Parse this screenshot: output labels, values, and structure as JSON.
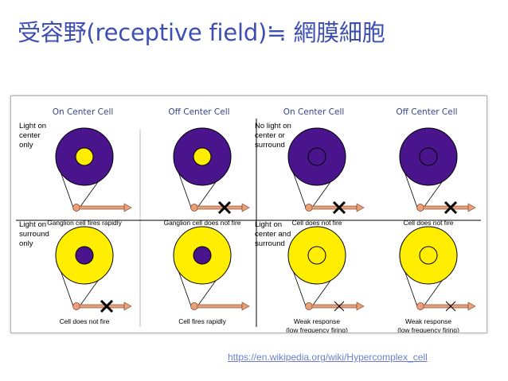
{
  "title": "受容野(receptive field)≒ 網膜細胞",
  "source_url": "https://en.wikipedia.org/wiki/Hypercomplex_cell",
  "colors": {
    "title": "#3d4fb2",
    "dark_purple": "#4a148c",
    "yellow": "#ffee00",
    "axon": "#e8a07a",
    "link": "#6b7fd0"
  },
  "headers": [
    "On Center Cell",
    "Off Center Cell",
    "On Center Cell",
    "Off Center Cell"
  ],
  "cells": [
    {
      "label": [
        "Light on",
        "center",
        "only"
      ],
      "caption": [
        "Ganglion cell fires rapidly"
      ],
      "outer": "dark",
      "inner": "yellow",
      "firing": "rapid",
      "mark": "none"
    },
    {
      "label": [],
      "caption": [
        "Ganglion cell does not fire"
      ],
      "outer": "dark",
      "inner": "yellow",
      "firing": "none",
      "mark": "bold"
    },
    {
      "label": [
        "No light on",
        "center or",
        "surround"
      ],
      "caption": [
        "Cell does not fire"
      ],
      "outer": "dark",
      "inner": "dark",
      "firing": "none",
      "mark": "bold"
    },
    {
      "label": [],
      "caption": [
        "Cell does not fire"
      ],
      "outer": "dark",
      "inner": "dark",
      "firing": "none",
      "mark": "bold"
    },
    {
      "label": [
        "Light on",
        "surround",
        "only"
      ],
      "caption": [
        "Cell does not fire"
      ],
      "outer": "yellow",
      "inner": "dark",
      "firing": "none",
      "mark": "bold"
    },
    {
      "label": [],
      "caption": [
        "Cell fires rapidly"
      ],
      "outer": "yellow",
      "inner": "dark",
      "firing": "rapid",
      "mark": "none"
    },
    {
      "label": [
        "Light on",
        "center and",
        "surround"
      ],
      "caption": [
        "Weak response",
        "(low frequency firing)"
      ],
      "outer": "yellow",
      "inner": "yellow",
      "firing": "weak",
      "mark": "thin"
    },
    {
      "label": [],
      "caption": [
        "Weak response",
        "(low frequency firing)"
      ],
      "outer": "yellow",
      "inner": "yellow",
      "firing": "weak",
      "mark": "thin"
    }
  ]
}
